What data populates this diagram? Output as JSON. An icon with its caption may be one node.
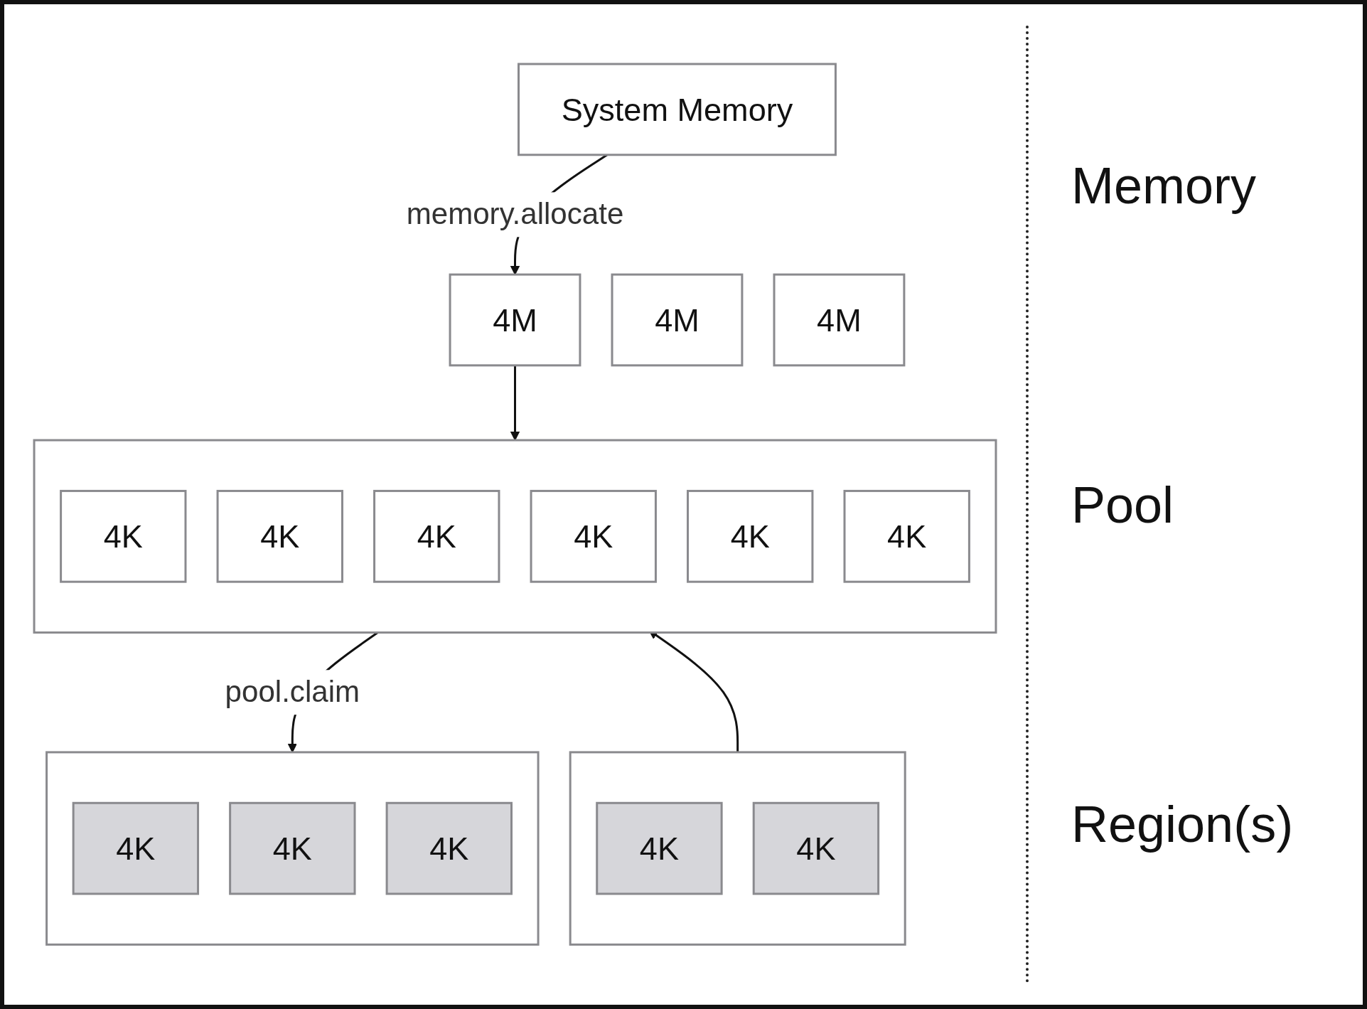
{
  "diagram": {
    "nodes": [
      {
        "text": [
          "System Memory"
        ]
      },
      {
        "text": [
          "4M"
        ]
      },
      {
        "text": [
          "4M"
        ]
      },
      {
        "text": [
          "4M"
        ]
      },
      {
        "text": [],
        "shape": "box"
      },
      {
        "text": [
          "4K"
        ],
        "in": 4
      },
      {
        "text": [
          "4K"
        ],
        "in": 4
      },
      {
        "text": [
          "4K"
        ],
        "in": 4
      },
      {
        "text": [
          "4K"
        ],
        "in": 4
      },
      {
        "text": [
          "4K"
        ],
        "in": 4
      },
      {
        "text": [
          "4K"
        ],
        "in": 4
      },
      {
        "text": [],
        "shape": "box"
      },
      {
        "text": [
          "4K"
        ],
        "in": 11
      },
      {
        "text": [
          "4K"
        ],
        "in": 11
      },
      {
        "text": [
          "4K"
        ],
        "in": 11
      },
      {
        "text": [],
        "shape": "box"
      },
      {
        "text": [
          "4K"
        ],
        "in": 15
      },
      {
        "text": [
          "4K"
        ],
        "in": 15
      }
    ],
    "edges": [
      {
        "from": 0,
        "to": 1,
        "arrow": "to",
        "label": "memory.allocate"
      },
      {
        "from": 1,
        "to": 4,
        "arrow": "to"
      },
      {
        "from": 4,
        "to": 11,
        "arrow": "to",
        "label": "pool.claim"
      },
      {
        "from": 15,
        "to": 4,
        "arrow": "to"
      }
    ],
    "labels": [
      "Memory",
      "Pool",
      "Region(s)"
    ]
  }
}
